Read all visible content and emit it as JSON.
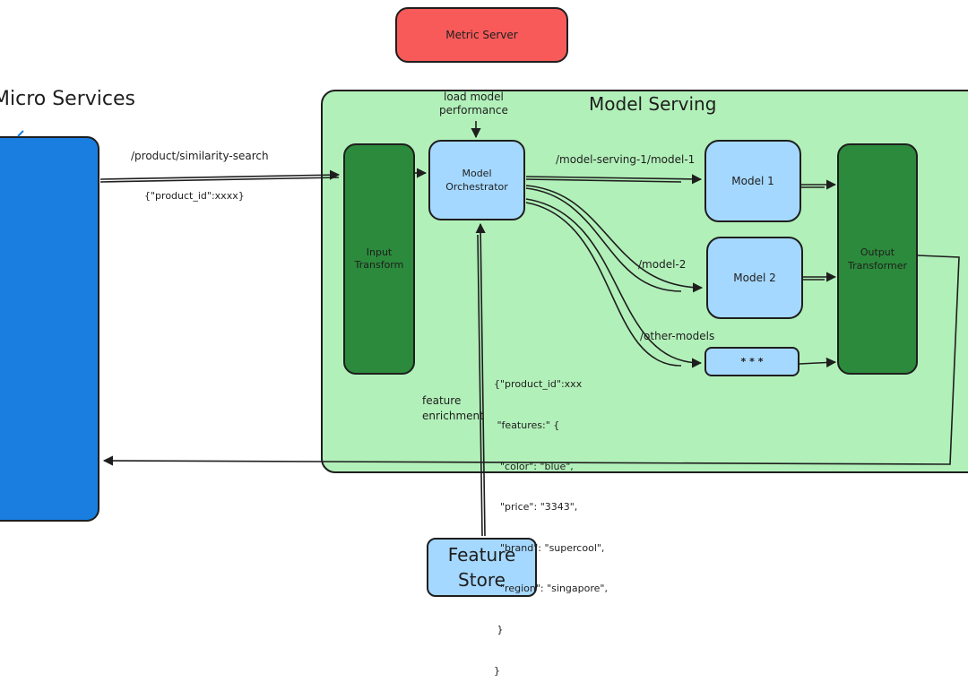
{
  "title": "Micro Services",
  "nodes": {
    "metric_server": "Metric Server",
    "model_serving": "Model Serving",
    "input_transform": "Input\nTransform",
    "model_orchestrator": "Model\nOrchestrator",
    "model_1": "Model 1",
    "model_2": "Model 2",
    "other_model": "* * *",
    "output_transformer": "Output\nTransformer",
    "feature_store": "Feature\nStore"
  },
  "edges": {
    "request_path": "/product/similarity-search",
    "request_body": "{\"product_id\":xxxx}",
    "load_model_performance": "load model\nperformance",
    "route_model_1": "/model-serving-1/model-1",
    "route_model_2": "/model-2",
    "route_other": "/other-models",
    "feature_enrichment": "feature\nenrichment"
  },
  "feature_payload": [
    "{\"product_id\":xxx",
    " \"features:\" {",
    "  \"color\": \"blue\",",
    "  \"price\": \"3343\",",
    "  \"brand\": \"supercool\",",
    "  \"region\": \"singapore\",",
    " }",
    "}"
  ],
  "colors": {
    "metric_server": "#f85a5a",
    "serving_bg": "#b2f0b9",
    "transform_green": "#2c8a3c",
    "model_blue": "#a5d8ff",
    "micro_blue": "#1a7de0"
  }
}
